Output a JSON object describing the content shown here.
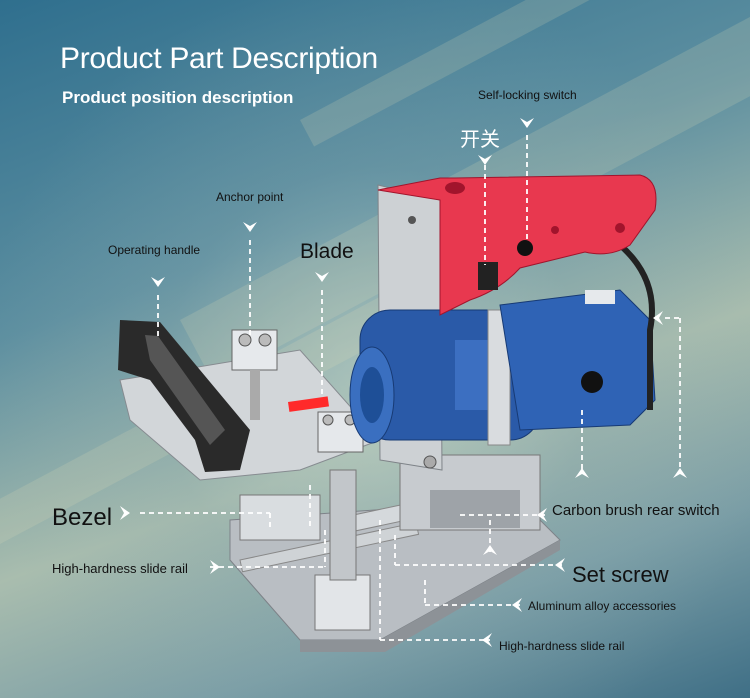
{
  "title": "Product Part Description",
  "subtitle": "Product position description",
  "labels": {
    "self_locking_switch": "Self-locking switch",
    "switch_cn": "开关",
    "anchor_point": "Anchor point",
    "operating_handle": "Operating handle",
    "blade": "Blade",
    "bezel": "Bezel",
    "carbon_brush_rear_switch": "Carbon brush rear switch",
    "slide_rail_left": "High-hardness slide rail",
    "set_screw": "Set screw",
    "aluminum_alloy_accessories": "Aluminum alloy accessories",
    "slide_rail_bottom": "High-hardness slide rail"
  },
  "colors": {
    "handle_red": "#e8384f",
    "motor_blue": "#2a5aa8",
    "aluminum": "#c8ccd0",
    "dashed_line": "#ffffff"
  }
}
